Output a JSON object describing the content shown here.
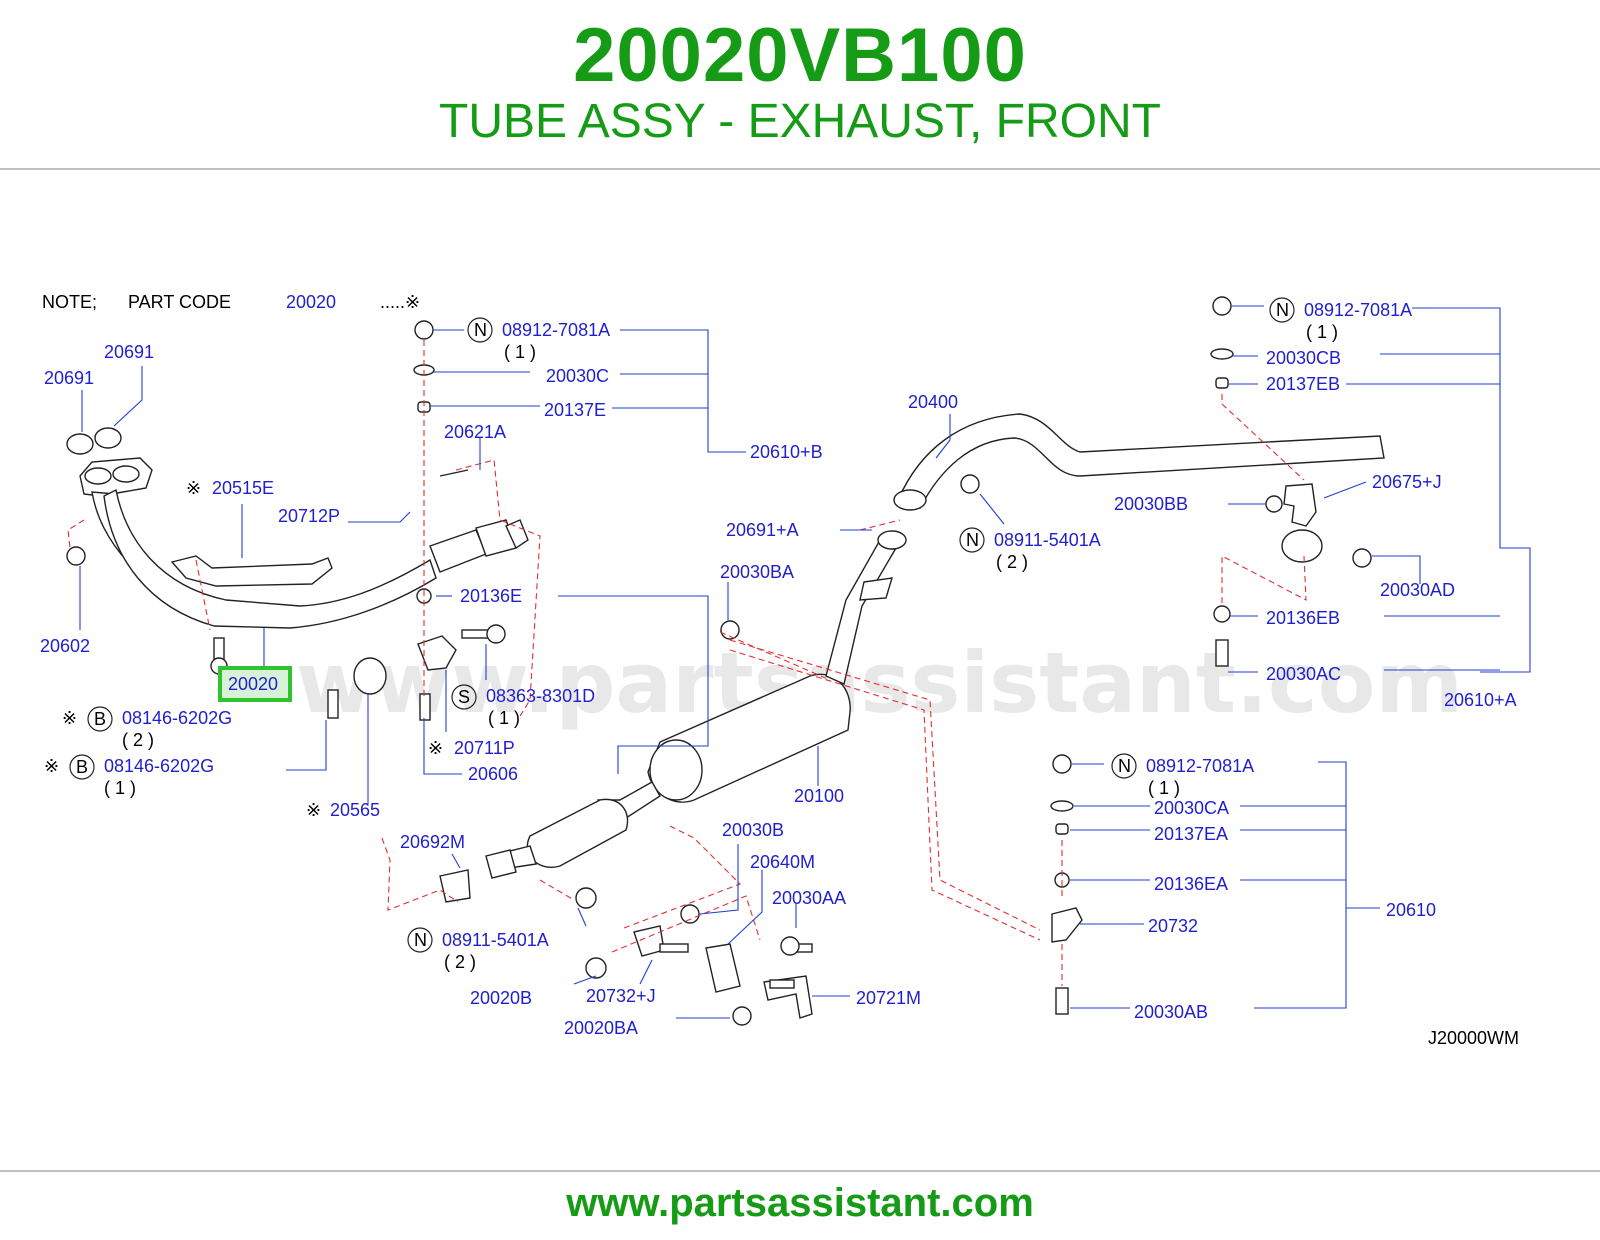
{
  "header": {
    "part_number": "20020VB100",
    "part_name": "TUBE ASSY - EXHAUST, FRONT"
  },
  "footer": {
    "site": "www.partsassistant.com"
  },
  "diagram": {
    "watermark": "www.partsassistant.com",
    "note": {
      "label": "NOTE;",
      "part_code_label": "PART  CODE",
      "code": "20020",
      "marker": ".....※"
    },
    "diagram_code": "J20000WM",
    "highlight_color": "#2ec42e",
    "label_color": "#1f1fd0",
    "title_color": "#169b16",
    "labels": {
      "l20691a": "20691",
      "l20691b": "20691",
      "l20515E": "20515E",
      "l20712P": "20712P",
      "l20602": "20602",
      "l20020": "20020",
      "l08146a": "08146-6202G",
      "l08146a_q": "( 2 )",
      "l08146b": "08146-6202G",
      "l08146b_q": "( 1 )",
      "l20565": "20565",
      "l08912a": "08912-7081A",
      "l08912a_q": "( 1 )",
      "l20030C": "20030C",
      "l20137E": "20137E",
      "l20621A": "20621A",
      "l20610B": "20610+B",
      "l20136E": "20136E",
      "l08363": "08363-8301D",
      "l08363_q": "( 1 )",
      "l20711P": "20711P",
      "l20606": "20606",
      "l20691A": "20691+A",
      "l20030BA": "20030BA",
      "l20400": "20400",
      "l08911a": "08911-5401A",
      "l08911a_q": "( 2 )",
      "l20100": "20100",
      "l20692M": "20692M",
      "l08911b": "08911-5401A",
      "l08911b_q": "( 2 )",
      "l20030B": "20030B",
      "l20640M": "20640M",
      "l20030AA": "20030AA",
      "l20020B": "20020B",
      "l20732J": "20732+J",
      "l20020BA": "20020BA",
      "l20721M": "20721M",
      "l08912b": "08912-7081A",
      "l08912b_q": "( 1 )",
      "l20030CB": "20030CB",
      "l20137EB": "20137EB",
      "l20675J": "20675+J",
      "l20030BB": "20030BB",
      "l20030AD": "20030AD",
      "l20136EB": "20136EB",
      "l20030AC": "20030AC",
      "l20610A": "20610+A",
      "l08912c": "08912-7081A",
      "l08912c_q": "( 1 )",
      "l20030CA": "20030CA",
      "l20137EA": "20137EA",
      "l20136EA": "20136EA",
      "l20732": "20732",
      "l20610": "20610",
      "l20030AB": "20030AB"
    },
    "symbols": {
      "mark": "※",
      "N": "N",
      "B": "B",
      "S": "S"
    }
  }
}
